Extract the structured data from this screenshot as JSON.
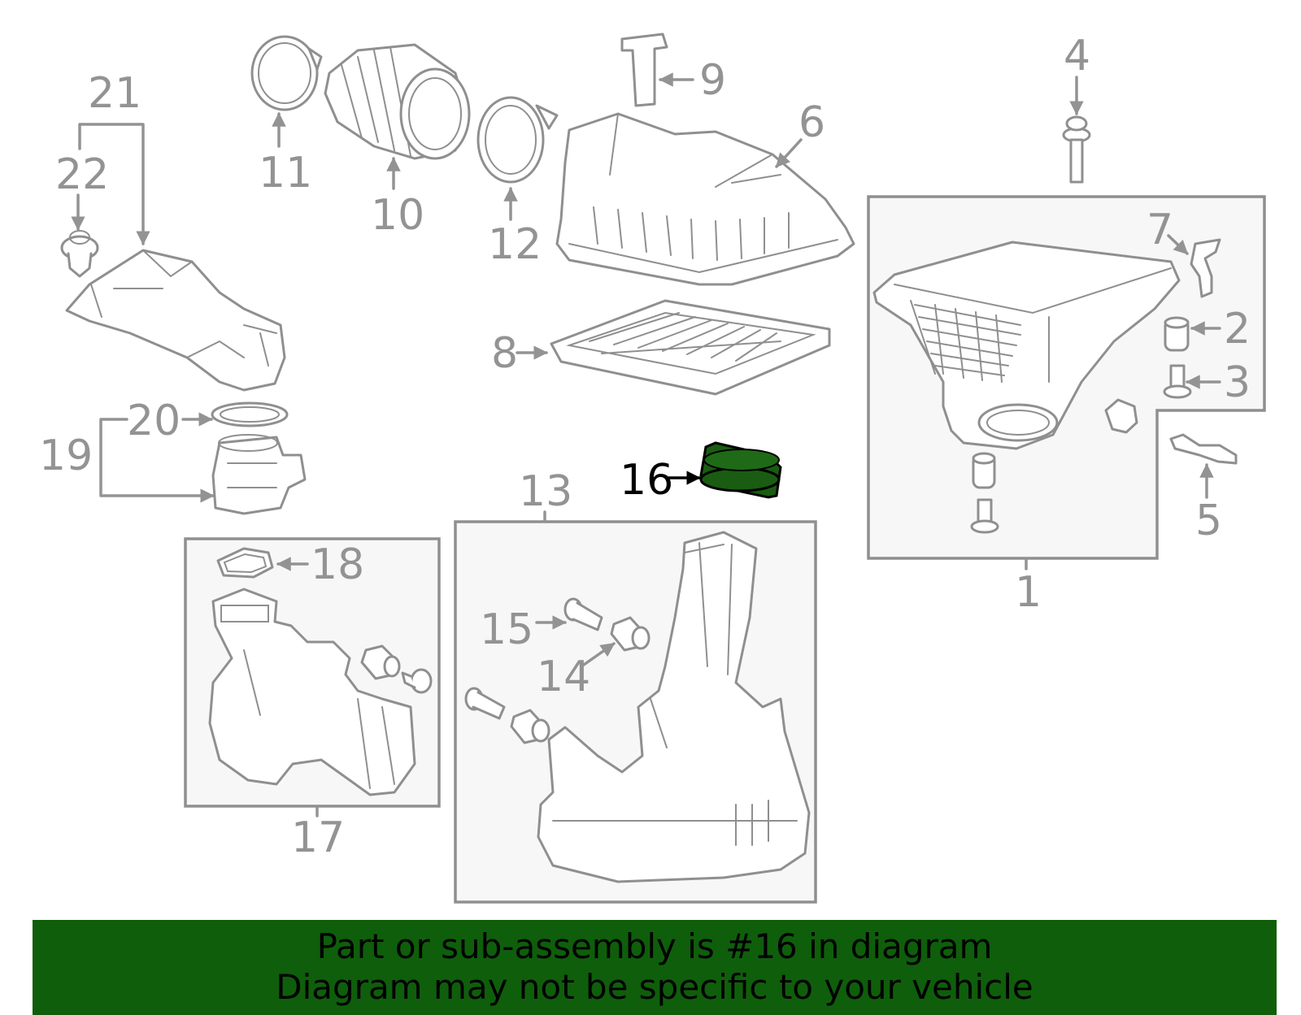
{
  "callouts": {
    "c1": "1",
    "c2": "2",
    "c3": "3",
    "c4": "4",
    "c5": "5",
    "c6": "6",
    "c7": "7",
    "c8": "8",
    "c9": "9",
    "c10": "10",
    "c11": "11",
    "c12": "12",
    "c13": "13",
    "c14": "14",
    "c15": "15",
    "c16": "16",
    "c17": "17",
    "c18": "18",
    "c19": "19",
    "c20": "20",
    "c21": "21",
    "c22": "22"
  },
  "highlight": {
    "part": "16",
    "color": "#1a5c12"
  },
  "banner": {
    "line1": "Part or sub-assembly is #16 in diagram",
    "line2": "Diagram may not be specific to your vehicle",
    "background": "#0f5e0b"
  }
}
